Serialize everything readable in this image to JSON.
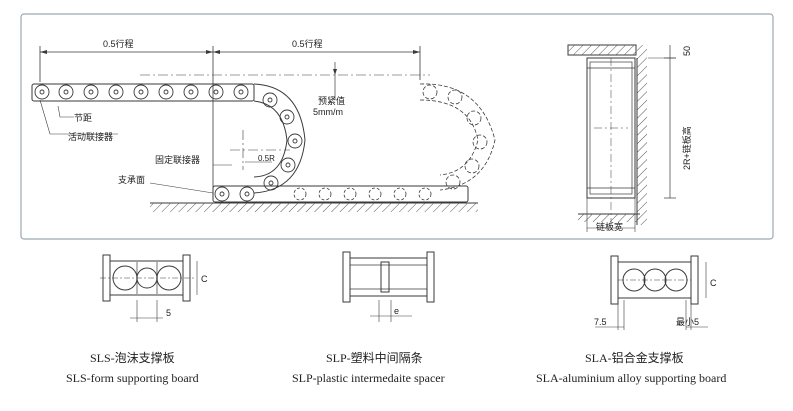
{
  "top": {
    "stroke_dim_left": "0.5行程",
    "stroke_dim_right": "0.5行程",
    "pitch_label": "节距",
    "movable_connector_label": "活动联接器",
    "fixed_connector_label": "固定联接器",
    "support_surface_label": "支承面",
    "pretension_label": "预紧值",
    "pretension_value": "5mm/m",
    "radius_label": "0.5R",
    "side_height_top": "50",
    "side_height_label": "2R+链板高",
    "side_width_label": "链板宽"
  },
  "details": {
    "sls": {
      "dim_label": "5",
      "dim_c": "C",
      "title_cn": "SLS-泡沫支撑板",
      "title_en": "SLS-form supporting board"
    },
    "slp": {
      "dim_label": "e",
      "title_cn": "SLP-塑料中间隔条",
      "title_en": "SLP-plastic intermedaite spacer"
    },
    "sla": {
      "dim_left": "7.5",
      "dim_right": "最小5",
      "dim_c": "C",
      "title_cn": "SLA-铝合金支撑板",
      "title_en": "SLA-aluminium alloy supporting board"
    }
  },
  "colors": {
    "line": "#3a3a3a",
    "frame": "#9aa7b3"
  }
}
